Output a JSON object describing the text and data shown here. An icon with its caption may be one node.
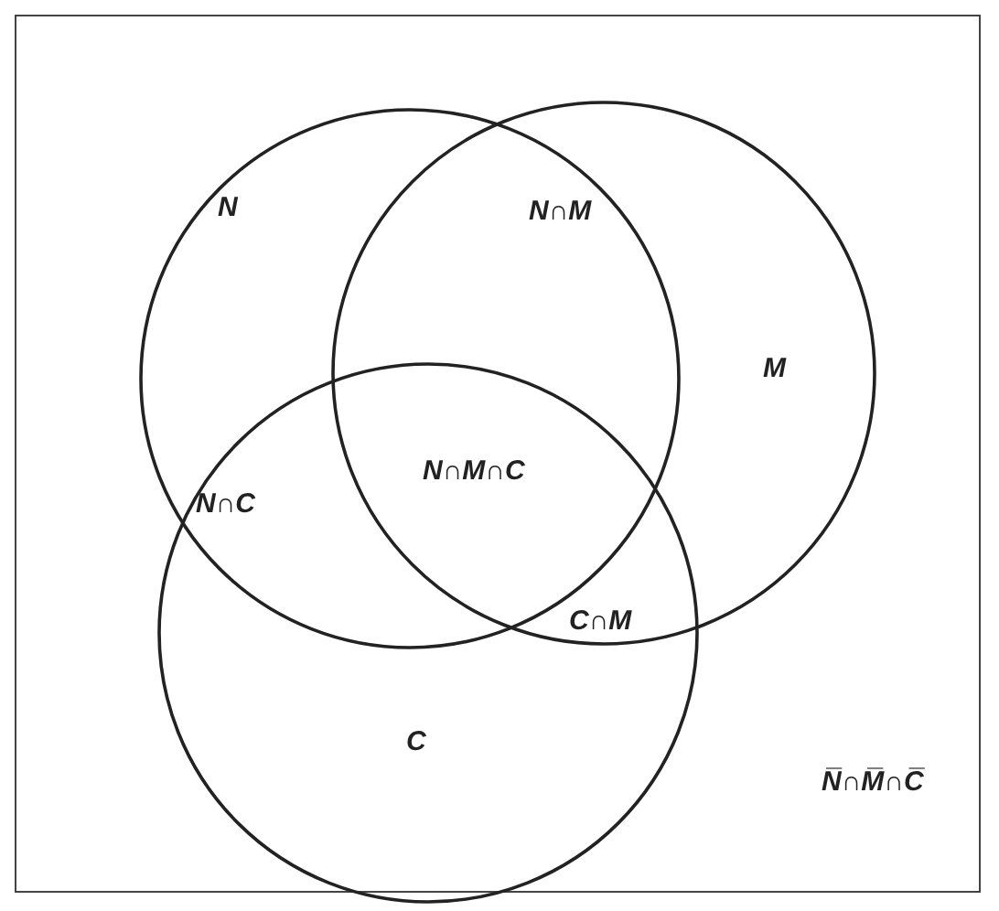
{
  "diagram": {
    "nodes": [
      {
        "text": [
          "N̅∩M̅∩C̅"
        ]
      },
      {
        "text": [
          "N"
        ],
        "in": 0
      },
      {
        "text": [
          "M"
        ],
        "in": 0
      },
      {
        "text": [
          "C"
        ],
        "in": 0
      }
    ],
    "labels": [
      "N∩M",
      "N∩M∩C",
      "N∩C",
      "C∩M"
    ]
  }
}
